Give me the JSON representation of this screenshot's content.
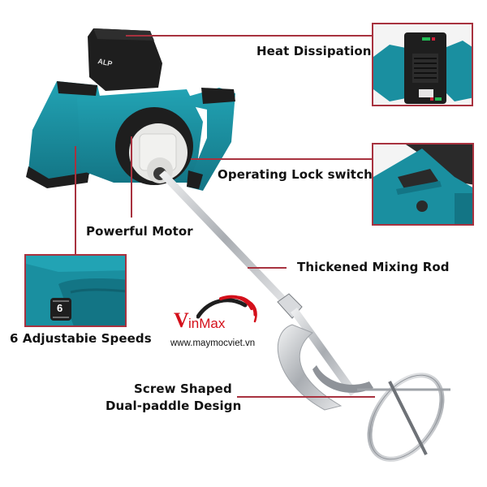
{
  "callouts": {
    "heat_dissipation": "Heat Dissipation",
    "operating_lock_switch": "Operating Lock switch",
    "powerful_motor": "Powerful Motor",
    "thickened_mixing_rod": "Thickened Mixing Rod",
    "adjustable_speeds": "6 Adjustabie Speeds",
    "paddle_line1": "Screw Shaped",
    "paddle_line2": "Dual-paddle Design"
  },
  "speed_dial_number": "6",
  "logo": {
    "v_letter": "V",
    "rest": "inMax",
    "url": "www.maymocviet.vn"
  },
  "colors": {
    "accent_line": "#a8323f",
    "tool_teal": "#1a8fa0",
    "tool_black": "#1e1e1e",
    "logo_red": "#d4101b",
    "steel": "#c9ccd0"
  }
}
